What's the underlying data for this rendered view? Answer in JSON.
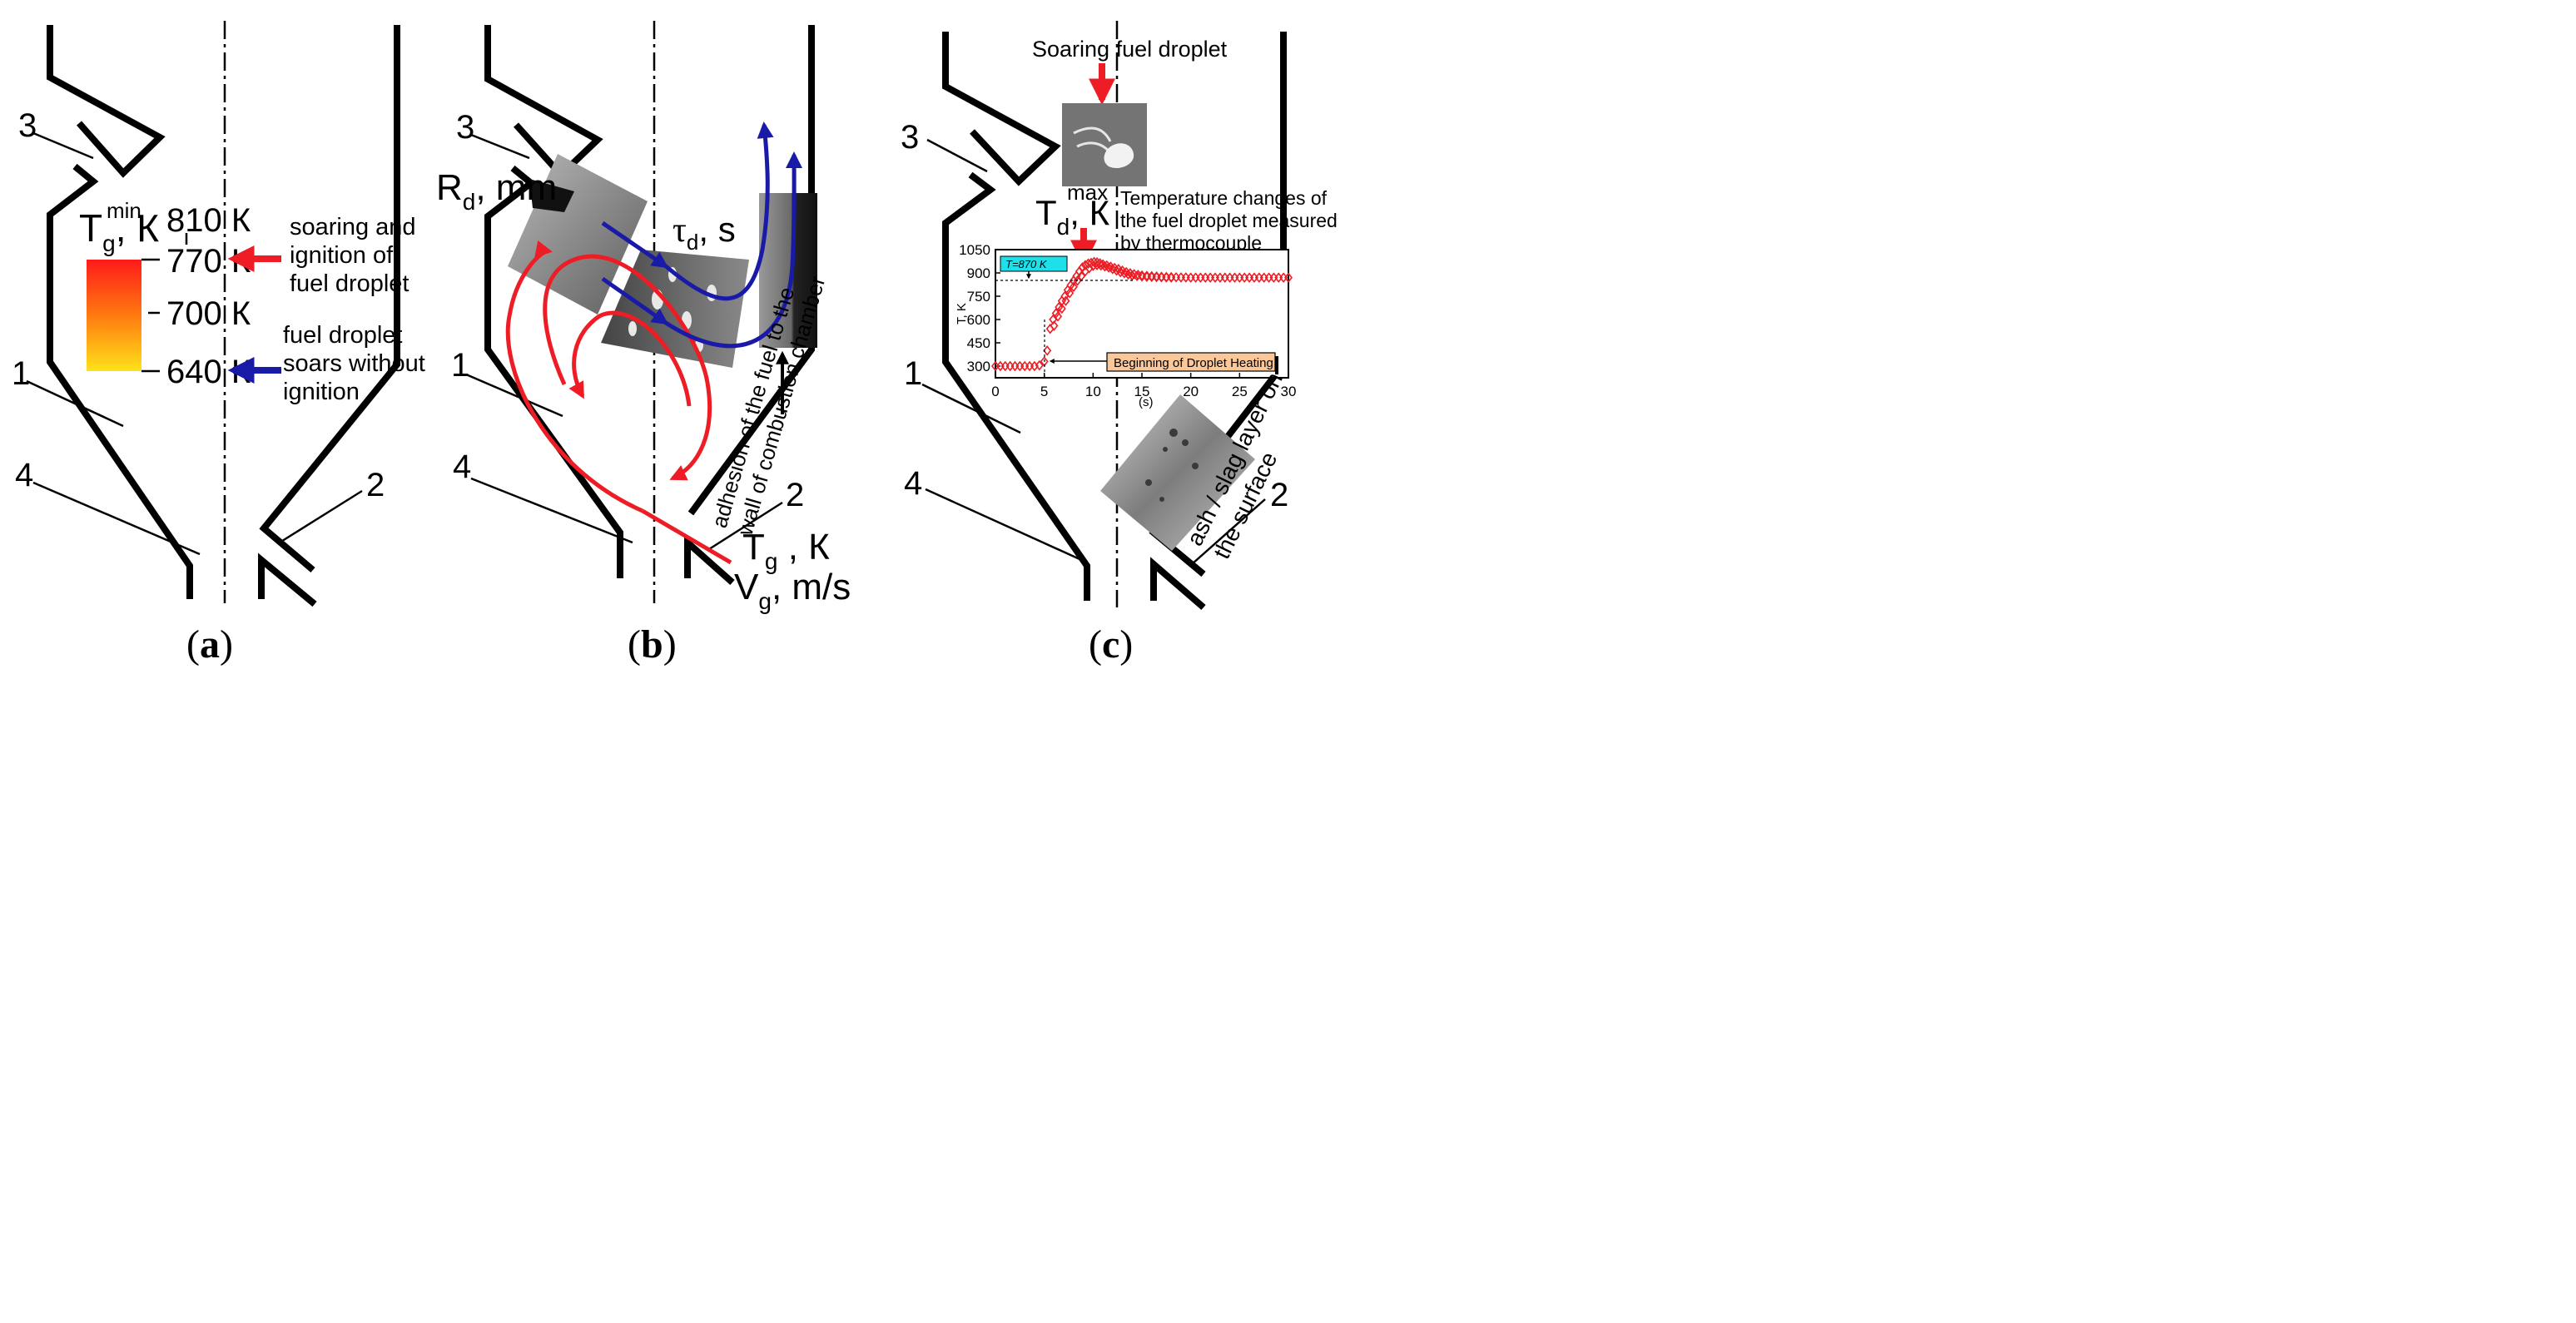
{
  "colors": {
    "red_arrow": "#ee1c24",
    "blue_arrow": "#1a1aa8",
    "wall": "#000000",
    "gradient_top": "#ff1a1a",
    "gradient_mid": "#ff7a10",
    "gradient_bottom": "#ffe21a",
    "annotation_cyan": "#1ee0ea",
    "annotation_orange": "#f9c79a"
  },
  "panel_a": {
    "caption": "a",
    "labels": [
      "3",
      "1",
      "4",
      "2"
    ],
    "temp_title": {
      "main": "T",
      "sub": "g",
      "sup": "min",
      "unit": ", К"
    },
    "scale": [
      "810 К",
      "770 К",
      "700 К",
      "640 К"
    ],
    "red_note": [
      "soaring and",
      "ignition of",
      "fuel droplet"
    ],
    "blue_note": [
      "fuel droplet",
      "soars without",
      "ignition"
    ]
  },
  "panel_b": {
    "caption": "b",
    "labels": [
      "3",
      "1",
      "4",
      "2"
    ],
    "rd_label": {
      "main": "R",
      "sub": "d",
      "rest": ", mm"
    },
    "tau_label": {
      "main": "τ",
      "sub": "d",
      "rest": ", s"
    },
    "adhesion_note": [
      "adhesion of the fuel to the",
      "wall of combustion chamber"
    ],
    "tg_label": {
      "main": "T",
      "sub": "g",
      "rest": " , К"
    },
    "vg_label": {
      "main": "V",
      "sub": "g",
      "rest": ", m/s"
    }
  },
  "panel_c": {
    "caption": "c",
    "labels": [
      "3",
      "1",
      "4",
      "2"
    ],
    "soaring_label": "Soaring fuel droplet",
    "td_label": {
      "main": "T",
      "sub": "d",
      "sup": "max",
      "rest": ", К"
    },
    "thermo_note": [
      "Temperature changes of",
      "the fuel droplet measured",
      "by thermocouple"
    ],
    "ash_note": [
      "ash / slag layer on",
      "the surface"
    ]
  },
  "chart_data": {
    "type": "scatter",
    "title": "",
    "xlabel": "(s)",
    "ylabel": "T, K",
    "xlim": [
      0,
      30
    ],
    "ylim": [
      225,
      1050
    ],
    "x_ticks": [
      0,
      5,
      10,
      15,
      20,
      25,
      30
    ],
    "y_ticks": [
      300,
      450,
      600,
      750,
      900,
      1050
    ],
    "grid": false,
    "annotations": [
      "T=870 K",
      "Beginning of Droplet Heating"
    ],
    "series": [
      {
        "x": [
          0,
          0.5,
          1,
          1.5,
          2,
          2.5,
          3,
          3.5,
          4,
          4.5,
          5,
          5.3,
          5.6,
          5.9,
          6.2,
          6.5,
          6.8,
          7.1,
          7.4,
          7.7,
          8.0,
          8.3,
          8.6,
          8.9,
          9.2,
          9.5,
          9.8,
          10.1,
          10.4,
          10.7,
          11.0,
          11.4,
          11.8,
          12.2,
          12.6,
          13.0,
          13.4,
          13.8,
          14.2,
          14.6,
          15.0,
          15.5,
          16.0,
          16.5,
          17.0,
          17.5,
          18.0,
          18.5,
          19.0,
          19.5,
          20.0,
          20.5,
          21.0,
          21.5,
          22.0,
          22.5,
          23.0,
          23.5,
          24.0,
          24.5,
          25.0,
          25.5,
          26.0,
          26.5,
          27.0,
          27.5,
          28.0,
          28.5,
          29.0,
          29.5,
          30.0
        ],
        "values": [
          300,
          300,
          300,
          300,
          300,
          300,
          300,
          300,
          300,
          305,
          330,
          400,
          540,
          600,
          640,
          680,
          720,
          750,
          790,
          820,
          850,
          880,
          910,
          935,
          950,
          960,
          965,
          970,
          968,
          962,
          955,
          948,
          940,
          932,
          925,
          915,
          905,
          898,
          892,
          888,
          884,
          881,
          879,
          877,
          875,
          874,
          873,
          872,
          871,
          871,
          870,
          870,
          870,
          870,
          870,
          870,
          870,
          870,
          870,
          870,
          870,
          870,
          870,
          870,
          870,
          870,
          870,
          870,
          870,
          870,
          870
        ]
      },
      {
        "x": [
          6.0,
          6.4,
          6.8,
          7.2,
          7.6,
          8.0,
          8.4,
          8.8,
          9.2,
          9.6,
          10.0,
          10.4,
          10.8,
          11.2,
          11.6,
          12.0,
          12.4,
          12.8,
          13.2,
          13.6,
          14.0,
          14.5,
          15.0,
          15.5,
          16.0,
          16.5,
          17.0,
          17.5,
          18.0
        ],
        "values": [
          560,
          620,
          670,
          720,
          770,
          810,
          850,
          880,
          910,
          930,
          945,
          950,
          948,
          942,
          935,
          925,
          915,
          905,
          898,
          890,
          884,
          880,
          877,
          875,
          874,
          873,
          872,
          871,
          870
        ]
      }
    ]
  }
}
